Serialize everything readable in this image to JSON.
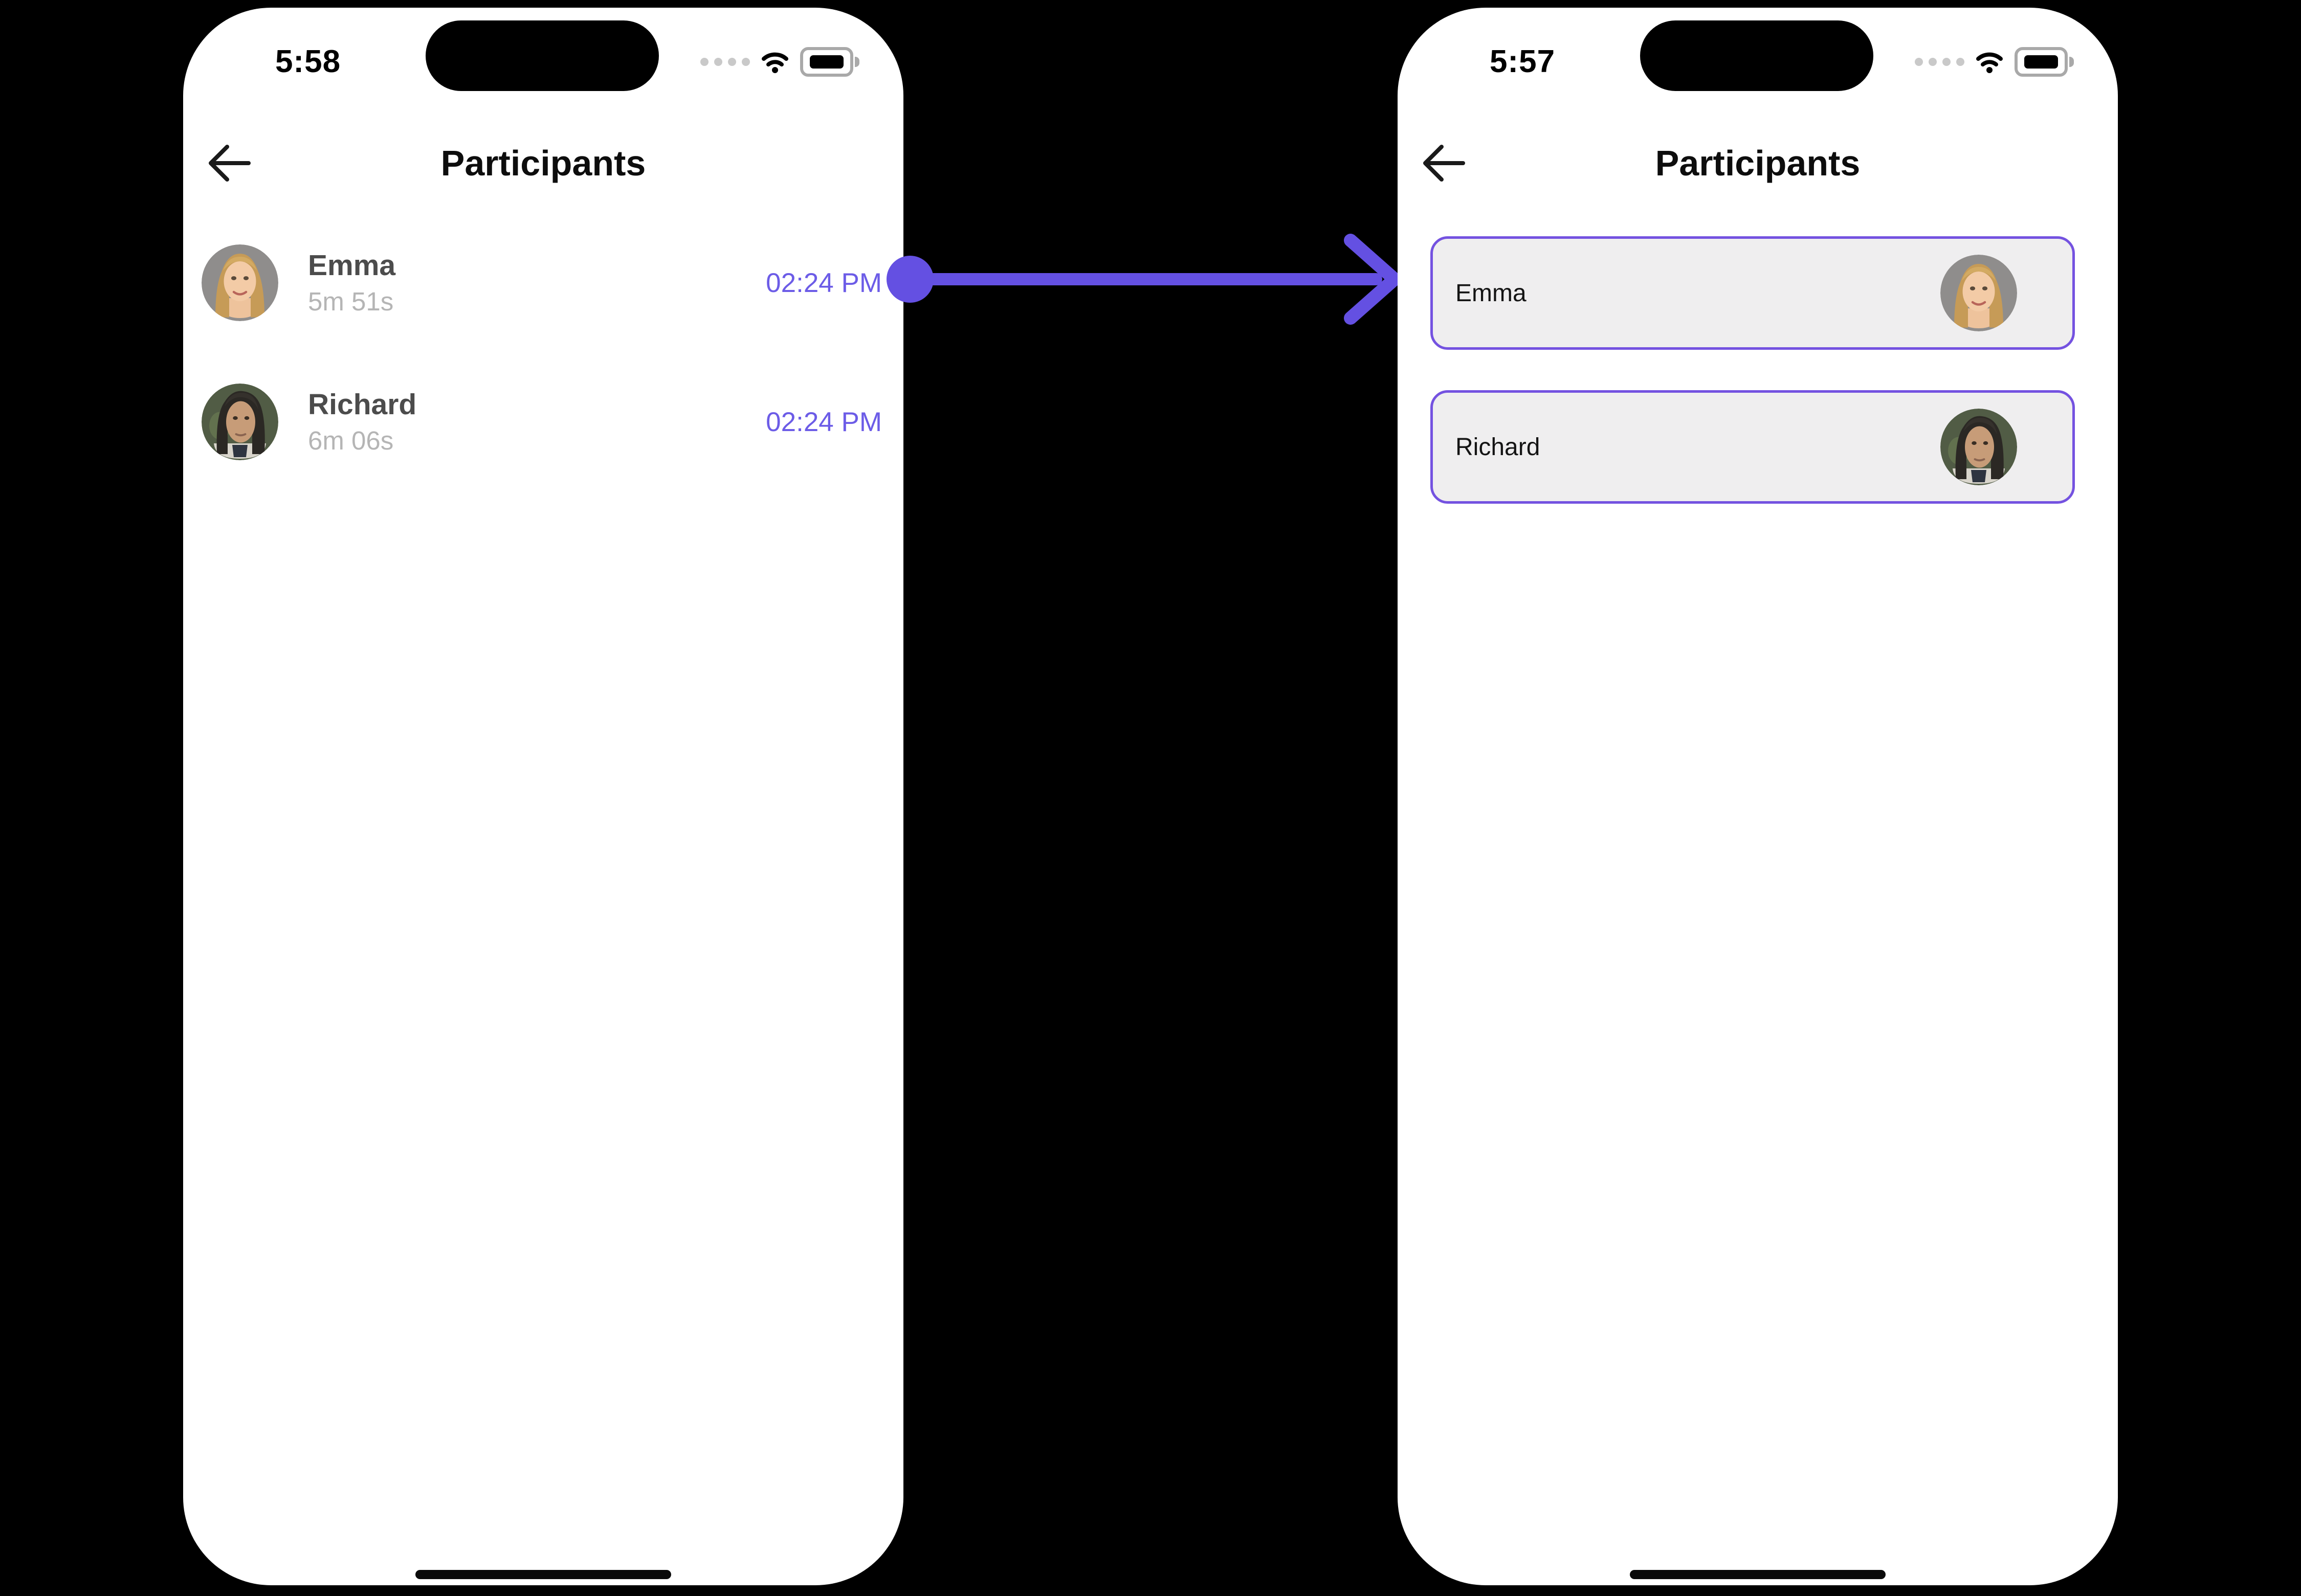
{
  "left_phone": {
    "status": {
      "time": "5:58"
    },
    "header": {
      "title": "Participants"
    },
    "participants": [
      {
        "name": "Emma",
        "duration": "5m 51s",
        "time": "02:24 PM"
      },
      {
        "name": "Richard",
        "duration": "6m 06s",
        "time": "02:24 PM"
      }
    ]
  },
  "right_phone": {
    "status": {
      "time": "5:57"
    },
    "header": {
      "title": "Participants"
    },
    "participants": [
      {
        "name": "Emma"
      },
      {
        "name": "Richard"
      }
    ]
  },
  "icons": [
    "arrow-left-icon",
    "cellular-dots-icon",
    "wifi-icon",
    "battery-icon",
    "home-indicator",
    "arrow-right-connector"
  ],
  "colors": {
    "accent_purple_text": "#6c5ce7",
    "accent_purple_arrow": "#6450e2",
    "accent_purple_border": "#7452e0",
    "box_fill": "#efeeef",
    "name_gray": "#4c4c4c",
    "duration_gray": "#b5b5b5",
    "phone_bg": "#ffffff",
    "canvas_bg": "#000000"
  }
}
